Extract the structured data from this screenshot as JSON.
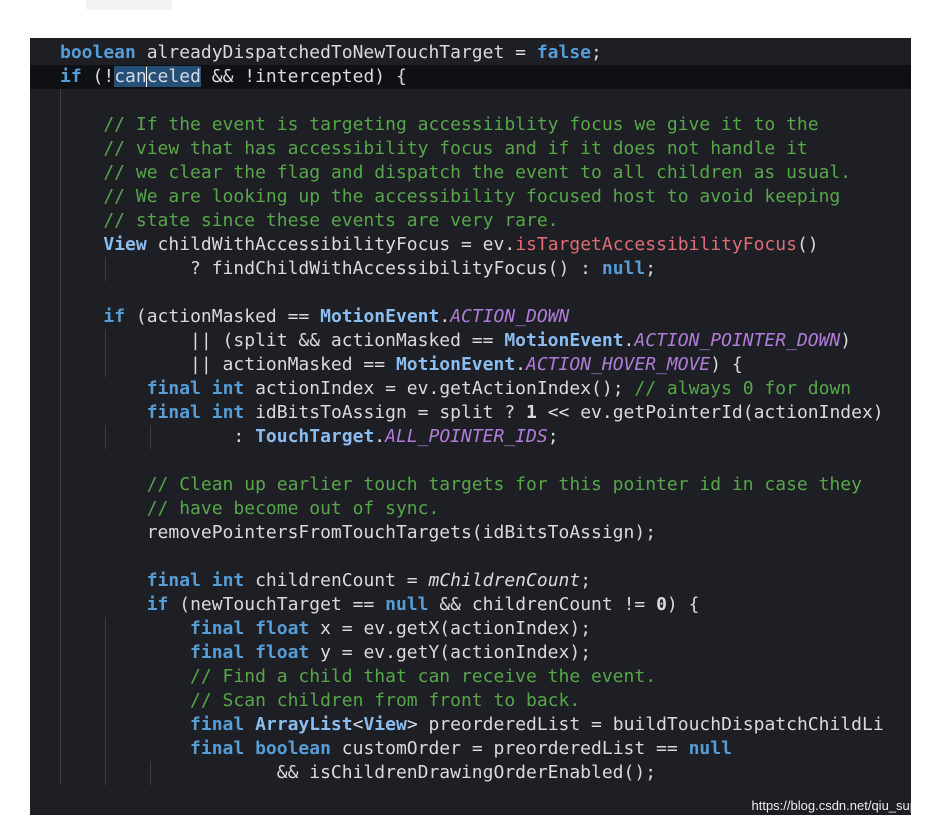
{
  "editor": {
    "lines": [
      {
        "tokens": [
          {
            "t": "boolean",
            "c": "kw"
          },
          {
            "t": " alreadyDispatchedToNewTouchTarget = "
          },
          {
            "t": "false",
            "c": "kw"
          },
          {
            "t": ";"
          }
        ]
      },
      {
        "current": true,
        "tokens": [
          {
            "t": "if",
            "c": "kw"
          },
          {
            "t": " (!"
          },
          {
            "t": "can",
            "c": "sel"
          },
          {
            "t": "",
            "c": "cursor"
          },
          {
            "t": "celed",
            "c": "sel"
          },
          {
            "t": " && !intercepted) {"
          }
        ]
      },
      {
        "tokens": []
      },
      {
        "tokens": [
          {
            "t": "    // If the event is targeting accessiiblity focus we give it to the",
            "c": "com"
          }
        ]
      },
      {
        "tokens": [
          {
            "t": "    // view that has accessibility focus and if it does not handle it",
            "c": "com"
          }
        ]
      },
      {
        "tokens": [
          {
            "t": "    // we clear the flag and dispatch the event to all children as usual.",
            "c": "com"
          }
        ]
      },
      {
        "tokens": [
          {
            "t": "    // We are looking up the accessibility focused host to avoid keeping",
            "c": "com"
          }
        ]
      },
      {
        "tokens": [
          {
            "t": "    // state since these events are very rare.",
            "c": "com"
          }
        ]
      },
      {
        "tokens": [
          {
            "t": "    "
          },
          {
            "t": "View",
            "c": "typ"
          },
          {
            "t": " childWithAccessibilityFocus = ev."
          },
          {
            "t": "isTargetAccessibilityFocus",
            "c": "method"
          },
          {
            "t": "()"
          }
        ]
      },
      {
        "tokens": [
          {
            "t": "            ? findChildWithAccessibilityFocus() : "
          },
          {
            "t": "null",
            "c": "kw"
          },
          {
            "t": ";"
          }
        ]
      },
      {
        "tokens": []
      },
      {
        "tokens": [
          {
            "t": "    "
          },
          {
            "t": "if",
            "c": "kw"
          },
          {
            "t": " (actionMasked == "
          },
          {
            "t": "MotionEvent",
            "c": "typ"
          },
          {
            "t": "."
          },
          {
            "t": "ACTION_DOWN",
            "c": "const"
          }
        ]
      },
      {
        "tokens": [
          {
            "t": "            || (split && actionMasked == "
          },
          {
            "t": "MotionEvent",
            "c": "typ"
          },
          {
            "t": "."
          },
          {
            "t": "ACTION_POINTER_DOWN",
            "c": "const"
          },
          {
            "t": ")"
          }
        ]
      },
      {
        "tokens": [
          {
            "t": "            || actionMasked == "
          },
          {
            "t": "MotionEvent",
            "c": "typ"
          },
          {
            "t": "."
          },
          {
            "t": "ACTION_HOVER_MOVE",
            "c": "const"
          },
          {
            "t": ") {"
          }
        ]
      },
      {
        "tokens": [
          {
            "t": "        "
          },
          {
            "t": "final",
            "c": "kw"
          },
          {
            "t": " "
          },
          {
            "t": "int",
            "c": "kw"
          },
          {
            "t": " actionIndex = ev.getActionIndex(); "
          },
          {
            "t": "// always 0 for down",
            "c": "com"
          }
        ]
      },
      {
        "tokens": [
          {
            "t": "        "
          },
          {
            "t": "final",
            "c": "kw"
          },
          {
            "t": " "
          },
          {
            "t": "int",
            "c": "kw"
          },
          {
            "t": " idBitsToAssign = split ? "
          },
          {
            "t": "1",
            "c": "num"
          },
          {
            "t": " << ev.getPointerId(actionIndex)"
          }
        ]
      },
      {
        "tokens": [
          {
            "t": "                : "
          },
          {
            "t": "TouchTarget",
            "c": "typ"
          },
          {
            "t": "."
          },
          {
            "t": "ALL_POINTER_IDS",
            "c": "const"
          },
          {
            "t": ";"
          }
        ]
      },
      {
        "tokens": []
      },
      {
        "tokens": [
          {
            "t": "        // Clean up earlier touch targets for this pointer id in case they",
            "c": "com"
          }
        ]
      },
      {
        "tokens": [
          {
            "t": "        // have become out of sync.",
            "c": "com"
          }
        ]
      },
      {
        "tokens": [
          {
            "t": "        removePointersFromTouchTargets(idBitsToAssign);"
          }
        ]
      },
      {
        "tokens": []
      },
      {
        "tokens": [
          {
            "t": "        "
          },
          {
            "t": "final",
            "c": "kw"
          },
          {
            "t": " "
          },
          {
            "t": "int",
            "c": "kw"
          },
          {
            "t": " childrenCount = "
          },
          {
            "t": "mChildrenCount",
            "c": "ital"
          },
          {
            "t": ";"
          }
        ]
      },
      {
        "tokens": [
          {
            "t": "        "
          },
          {
            "t": "if",
            "c": "kw"
          },
          {
            "t": " (newTouchTarget == "
          },
          {
            "t": "null",
            "c": "kw"
          },
          {
            "t": " && childrenCount != "
          },
          {
            "t": "0",
            "c": "num"
          },
          {
            "t": ") {"
          }
        ]
      },
      {
        "tokens": [
          {
            "t": "            "
          },
          {
            "t": "final",
            "c": "kw"
          },
          {
            "t": " "
          },
          {
            "t": "float",
            "c": "kw"
          },
          {
            "t": " x = ev.getX(actionIndex);"
          }
        ]
      },
      {
        "tokens": [
          {
            "t": "            "
          },
          {
            "t": "final",
            "c": "kw"
          },
          {
            "t": " "
          },
          {
            "t": "float",
            "c": "kw"
          },
          {
            "t": " y = ev.getY(actionIndex);"
          }
        ]
      },
      {
        "tokens": [
          {
            "t": "            // Find a child that can receive the event.",
            "c": "com"
          }
        ]
      },
      {
        "tokens": [
          {
            "t": "            // Scan children from front to back.",
            "c": "com"
          }
        ]
      },
      {
        "tokens": [
          {
            "t": "            "
          },
          {
            "t": "final",
            "c": "kw"
          },
          {
            "t": " "
          },
          {
            "t": "ArrayList",
            "c": "typ"
          },
          {
            "t": "<"
          },
          {
            "t": "View",
            "c": "typ"
          },
          {
            "t": "> preorderedList = buildTouchDispatchChildLi"
          }
        ]
      },
      {
        "tokens": [
          {
            "t": "            "
          },
          {
            "t": "final",
            "c": "kw"
          },
          {
            "t": " "
          },
          {
            "t": "boolean",
            "c": "kw"
          },
          {
            "t": " customOrder = preorderedList == "
          },
          {
            "t": "null",
            "c": "kw"
          }
        ]
      },
      {
        "tokens": [
          {
            "t": "                    && isChildrenDrawingOrderEnabled();"
          }
        ]
      }
    ]
  },
  "watermark": "https://blog.csdn.net/qiu_sup"
}
